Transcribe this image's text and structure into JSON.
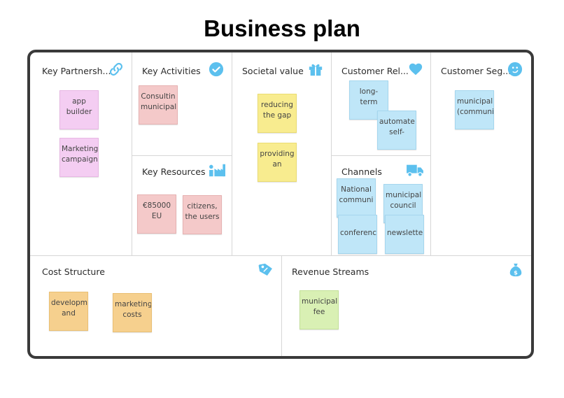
{
  "title": "Business plan",
  "colors": {
    "board_border": "#3a3a3a",
    "icon_blue": "#5cc0ee",
    "note_pink": "#f4cdf2",
    "note_red": "#f4c9c9",
    "note_yellow": "#f8ec8f",
    "note_blue": "#bfe6f8",
    "note_orange": "#f6d08e",
    "note_green": "#d9f0b4"
  },
  "cells": {
    "key_partnerships": {
      "title": "Key Partnersh...",
      "icon": "link-icon",
      "notes": [
        "app\nbuilder",
        "Marketing\ncampaign"
      ]
    },
    "key_activities": {
      "title": "Key Activities",
      "icon": "check-circle-icon",
      "notes": [
        "Consultin\nmunicipal"
      ]
    },
    "key_resources": {
      "title": "Key Resources",
      "icon": "factory-icon",
      "notes": [
        "€85000\nEU",
        "citizens,\nthe users"
      ]
    },
    "societal_value": {
      "title": "Societal value",
      "icon": "gift-icon",
      "notes": [
        "reducing\nthe gap",
        "providing\nan"
      ]
    },
    "customer_relationships": {
      "title": "Customer Rel...",
      "icon": "heart-icon",
      "notes": [
        "long-\nterm",
        "automate\nself-"
      ]
    },
    "channels": {
      "title": "Channels",
      "icon": "truck-icon",
      "notes": [
        "National\ncommuni",
        "municipal\ncouncil",
        "conferenc",
        "newslette"
      ]
    },
    "customer_segments": {
      "title": "Customer Seg...",
      "icon": "smiley-icon",
      "notes": [
        "municipal\n(communi"
      ]
    },
    "cost_structure": {
      "title": "Cost Structure",
      "icon": "price-tag-icon",
      "notes": [
        "developm\nand",
        "marketing\ncosts"
      ]
    },
    "revenue_streams": {
      "title": "Revenue Streams",
      "icon": "money-bag-icon",
      "notes": [
        "municipal\nfee"
      ]
    }
  }
}
